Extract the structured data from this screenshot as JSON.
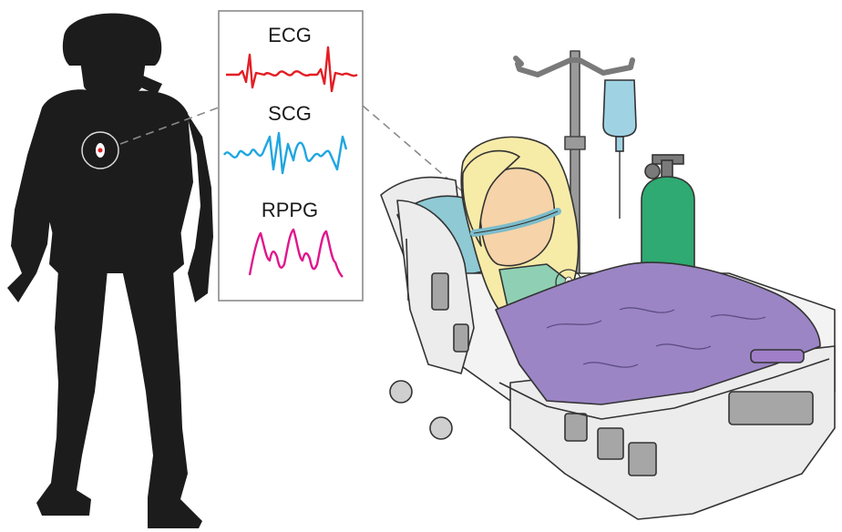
{
  "signals": [
    {
      "label": "ECG",
      "color": "#e31e24"
    },
    {
      "label": "SCG",
      "color": "#1fa6e0"
    },
    {
      "label": "RPPG",
      "color": "#e0168c"
    }
  ],
  "colors": {
    "soldier": "#1c1c1c",
    "sensor_dot": "#e31e24",
    "blanket": "#9b85c4",
    "hair": "#f7eba8",
    "skin": "#f6d3a8",
    "pillow": "#8ec9d4",
    "oxygen_tank": "#2eaa72",
    "iv_bag": "#9fd3e4",
    "bed_frame": "#ececec",
    "bed_panel": "#a6a6a6"
  }
}
